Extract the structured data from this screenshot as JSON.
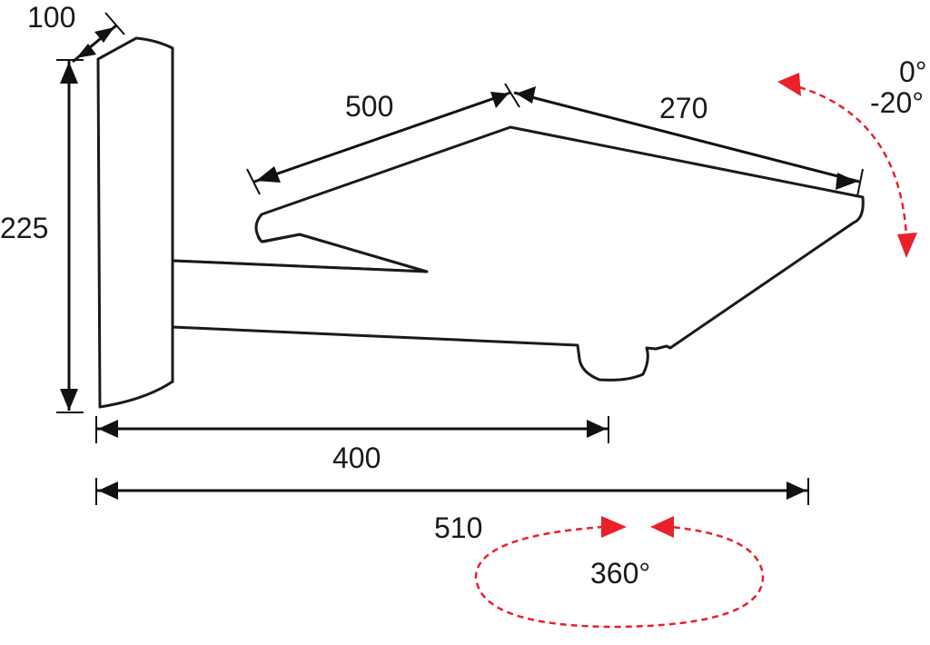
{
  "dimensions": {
    "wall_plate_thickness": "100",
    "wall_plate_height": "225",
    "arm_depth": "400",
    "total_depth": "510",
    "platform_rear": "500",
    "platform_front": "270"
  },
  "tilt": {
    "max": "0°",
    "min": "-20°"
  },
  "rotation": "360°",
  "colors": {
    "outline": "#1a1a1a",
    "dimension_lines": "#111111",
    "motion_arrows": "#e8212a"
  }
}
